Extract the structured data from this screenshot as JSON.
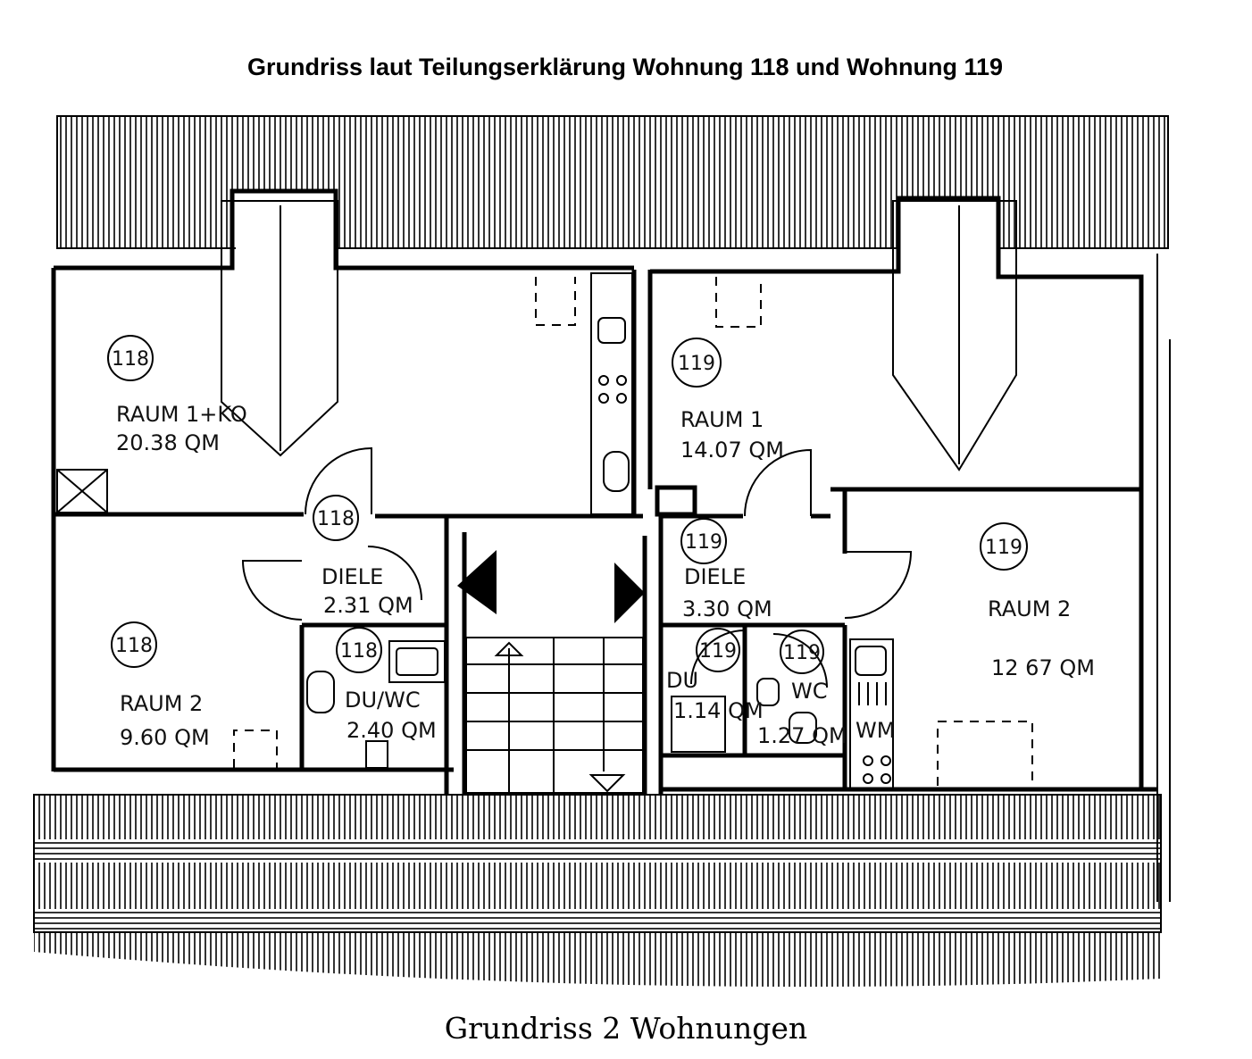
{
  "title": "Grundriss laut Teilungserklärung Wohnung 118 und Wohnung 119",
  "caption": "Grundriss 2 Wohnungen",
  "unit_markers": {
    "u118_raum1": "118",
    "u118_diele": "118",
    "u118_raum2": "118",
    "u118_duwc": "118",
    "u119_raum1": "119",
    "u119_diele": "119",
    "u119_raum2": "119",
    "u119_du": "119",
    "u119_wc": "119"
  },
  "rooms": {
    "u118_raum1_name": "RAUM 1+KO",
    "u118_raum1_area": "20.38 QM",
    "u118_diele_name": "DIELE",
    "u118_diele_area": "2.31 QM",
    "u118_raum2_name": "RAUM 2",
    "u118_raum2_area": "9.60 QM",
    "u118_duwc_name": "DU/WC",
    "u118_duwc_area": "2.40 QM",
    "u119_raum1_name": "RAUM 1",
    "u119_raum1_area": "14.07 QM",
    "u119_diele_name": "DIELE",
    "u119_diele_area": "3.30 QM",
    "u119_raum2_name": "RAUM 2",
    "u119_raum2_area": "12 67 QM",
    "u119_du_name": "DU",
    "u119_du_area": "1.14 QM",
    "u119_wc_name": "WC",
    "u119_wc_area": "1.27 QM",
    "wm": "WM"
  }
}
